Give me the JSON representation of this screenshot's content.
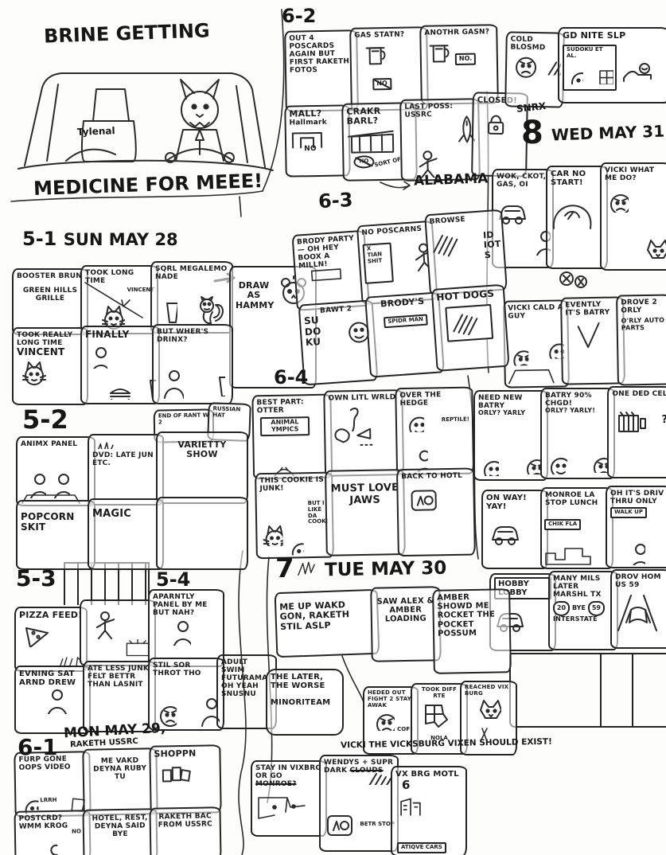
{
  "title": {
    "line1": "BRINE GETTING",
    "line2": "MEDICINE FOR MEEE!",
    "car_label": "Tylenal"
  },
  "sec62": {
    "header": "6-2",
    "p1": "OUT 4 POSCARDS AGAIN BUT FIRST RAKETH FOTOS",
    "p2": "GAS STATN?",
    "p2no": "NO",
    "p3": "ANOTHR GASN?",
    "p3no": "NO.",
    "p4": "MALL?",
    "p4b": "Hallmark",
    "p4no": "NO",
    "p5": "CRAKR BARL?",
    "p5no": "NO",
    "p5note": "SORT OF",
    "p6": "LAST POSS: USSRC",
    "p7": "CLOSED!",
    "alabama": "ALABAMA"
  },
  "night": {
    "p1": "COLD BLOSMD",
    "p1b": "SNRX",
    "p2": "GD NITE SLP",
    "p2b": "SUDOKU ET AL."
  },
  "sec8": {
    "num": "8",
    "date": "WED MAY 31",
    "r1p1": "WOK, CKOT, GAS, OI",
    "r1p2": "CAR NO START!",
    "r1p3": "VICKI WHAT ME DO?",
    "r2p1": "VICKI CALD A GUY",
    "r2p2": "EVENTLY IT'S BATRY",
    "r2p3": "DROVE 2 ORLY",
    "r2p3b": "O'RLY AUTO PARTS",
    "r3p1": "NEED NEW BATRY",
    "r3p1b": "ORLY? YARLY",
    "r3p2": "BATRY 90% CHGD!",
    "r3p2b": "ORLY? YARLY!",
    "r3p3": "ONE DED CEL",
    "r3p3b": "?",
    "r4p1": "ON WAY! YAY!",
    "r4p2": "MONROE LA STOP LUNCH",
    "r4p2b": "CHIK FLA",
    "r4p3": "OH IT'S DRIV THRU ONLY",
    "r4p3b": "WALK UP",
    "r5p1": "HOBBY LOBBY",
    "r5p2": "MANY MILS LATER MARSHL TX",
    "r5p2s1": "20",
    "r5p2b": "BYE",
    "r5p2s2": "59",
    "r5p2c": "INTERSTATE",
    "r5p3": "DROV HOM US 59"
  },
  "sec51": {
    "num": "5-1",
    "date": "SUN MAY 28",
    "p1": "BOOSTER BRUN",
    "p1b": "GREEN HILLS GRILLE",
    "p2": "TOOK LONG TIME",
    "p2b": "VINCENT",
    "p3": "SQRL MEGALEMO NADE",
    "note": "DRAW AS HAMMY",
    "p4": "TOOK REALLY LONG TIME",
    "p4b": "VINCENT",
    "p5": "FINALLY",
    "p6": "BUT WHER'S DRINX?"
  },
  "sec63": {
    "header": "6-3",
    "p1": "BRODY PARTY — OH HEY BOOX A MILLN!",
    "p2": "NO POSCARNS",
    "p2b": "X TIAN SHIT",
    "p3": "BROWSE",
    "p3b": "ID IOT S",
    "p4": "BAWT 2",
    "p4b": "SU DO KU",
    "p5": "BRODY'S",
    "p5b": "SPIDR MAN",
    "p6": "HOT DOGS"
  },
  "sec52": {
    "header": "5-2",
    "note1": "END OF RANT W 2",
    "note2": "RUSSIAN HAT",
    "p1": "ANIMX PANEL",
    "p2": "DVD: LATE JUN ETC.",
    "p3": "VARIETTY SHOW",
    "p4": "POPCORN SKIT",
    "p5": "MAGIC"
  },
  "sec64": {
    "header": "6-4",
    "p1": "BEST PART: OTTER",
    "p1b": "ANIMAL YMPICS",
    "p2": "OWN LITL WRLD",
    "p3": "OVER THE HEDGE",
    "p3b": "REPTILE!",
    "p4": "THIS COOKIE IS JUNK!",
    "p4b": "BUT I LIKE DA COOKI",
    "p5": "MUST LOVE JAWS",
    "p6": "BACK TO HOTL"
  },
  "sec53": {
    "num1": "5-3",
    "num2": "5-4",
    "p1": "PIZZA FEED!",
    "p3": "APARNTLY PANEL BY ME BUT NAH?",
    "p4": "EVNING SAT ARND DREW",
    "p5": "ATE LESS JUNK FELT BETTR THAN LASNIT",
    "p6": "STIL SOR THROT THO",
    "p7": "ADULT SWIM FUTURAMA OH YEAH SNUSNU"
  },
  "sec7": {
    "num": "7",
    "date": "TUE MAY 30",
    "p1": "ME UP WAKD GON, RAKETH STIL ASLP",
    "p2": "SAW ALEX & AMBER LOADING",
    "p3": "AMBER SHOWD ME ROCKET THE POCKET POSSUM",
    "note1": "THE LATER, THE WORSE",
    "note1b": "MINORITEAM",
    "p4": "HEDED OUT FIGHT 2 STAY AWAK",
    "p4b": "COF!",
    "p5": "TOOK DIFF RTE",
    "p5b": "NOLA",
    "p6": "REACHED VIX BURG",
    "caption": "VICKI THE VICKSBURG VIXEN SHOULD EXIST!",
    "p7a": "STAY IN VIXBRG OR GO",
    "p7b": "MONROE?",
    "p8a": "WENDYS + SUPR DARK",
    "p8b": "CLOUDS",
    "p8c": "BETR STOP",
    "p9": "VX BRG MOTL",
    "p9b": "6",
    "p9c": "ATIQVE CARS"
  },
  "sec61": {
    "num": "6-1",
    "date": "MON MAY 29,",
    "sub": "RAKETH USSRC",
    "p1": "FURP GONE OOPS VIDEO",
    "p1b": "LRRH",
    "p2": "ME VAKD DEYNA RUBY TU",
    "p3": "SHOPPN",
    "p4": "POSTCRD? WMM KROG",
    "p4no": "NO",
    "p5": "HOTEL, REST, DEYNA SAID BYE",
    "p6": "RAKETH BAC FROM USSRC"
  }
}
